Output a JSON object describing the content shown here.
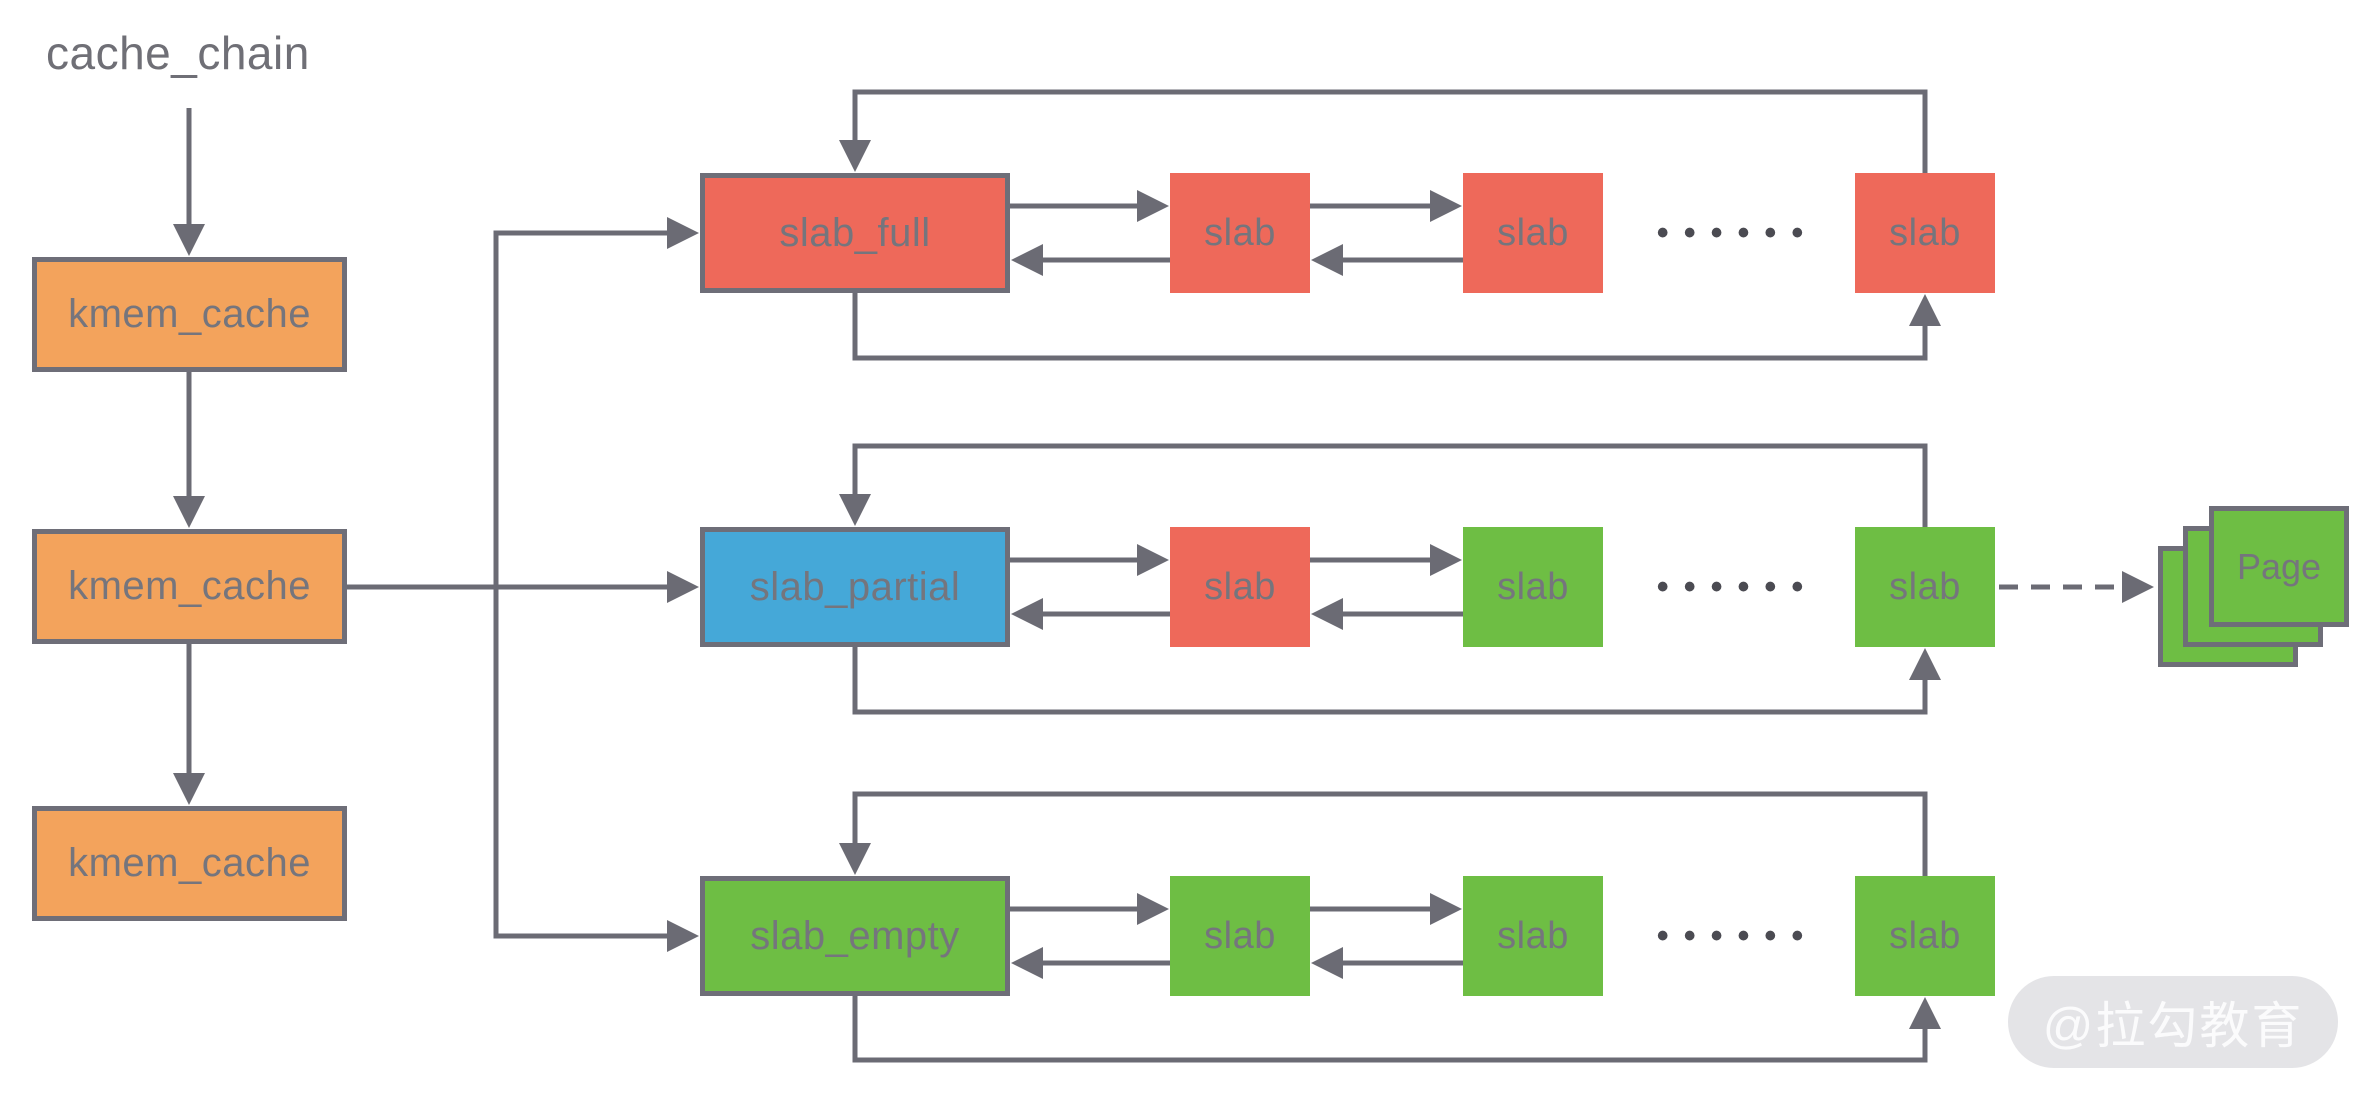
{
  "diagram": {
    "title": "cache_chain",
    "watermark": {
      "text": "@拉勾教育"
    },
    "chain": {
      "nodes": [
        {
          "label": "kmem_cache"
        },
        {
          "label": "kmem_cache"
        },
        {
          "label": "kmem_cache"
        }
      ]
    },
    "rows": [
      {
        "name": "slab_full list",
        "head": {
          "label": "slab_full",
          "fill": "#ee695a"
        },
        "slabs": [
          {
            "label": "slab",
            "fill": "#ee695a"
          },
          {
            "label": "slab",
            "fill": "#ee695a"
          },
          {
            "label": "slab",
            "fill": "#ee695a"
          }
        ],
        "ellipsis": "••••••"
      },
      {
        "name": "slab_partial list",
        "head": {
          "label": "slab_partial",
          "fill": "#45a8d8"
        },
        "slabs": [
          {
            "label": "slab",
            "fill": "#ee695a"
          },
          {
            "label": "slab",
            "fill": "#6ebe44"
          },
          {
            "label": "slab",
            "fill": "#6ebe44"
          }
        ],
        "ellipsis": "••••••",
        "page_stack": {
          "label": "Page",
          "fill": "#6ebe44",
          "card_count": 3
        }
      },
      {
        "name": "slab_empty list",
        "head": {
          "label": "slab_empty",
          "fill": "#6ebe44"
        },
        "slabs": [
          {
            "label": "slab",
            "fill": "#6ebe44"
          },
          {
            "label": "slab",
            "fill": "#6ebe44"
          },
          {
            "label": "slab",
            "fill": "#6ebe44"
          }
        ],
        "ellipsis": "••••••"
      }
    ],
    "colors": {
      "orange": "#f3a35c",
      "red": "#ee695a",
      "blue": "#45a8d8",
      "green": "#6ebe44",
      "line": "#6b6b74",
      "box_border": "#6e6e78",
      "label_text": "#75757d",
      "dots": "#4b4b52",
      "watermark_bg": "#e4e4e7",
      "watermark_text": "#fbfbfc",
      "background": "#ffffff"
    }
  }
}
